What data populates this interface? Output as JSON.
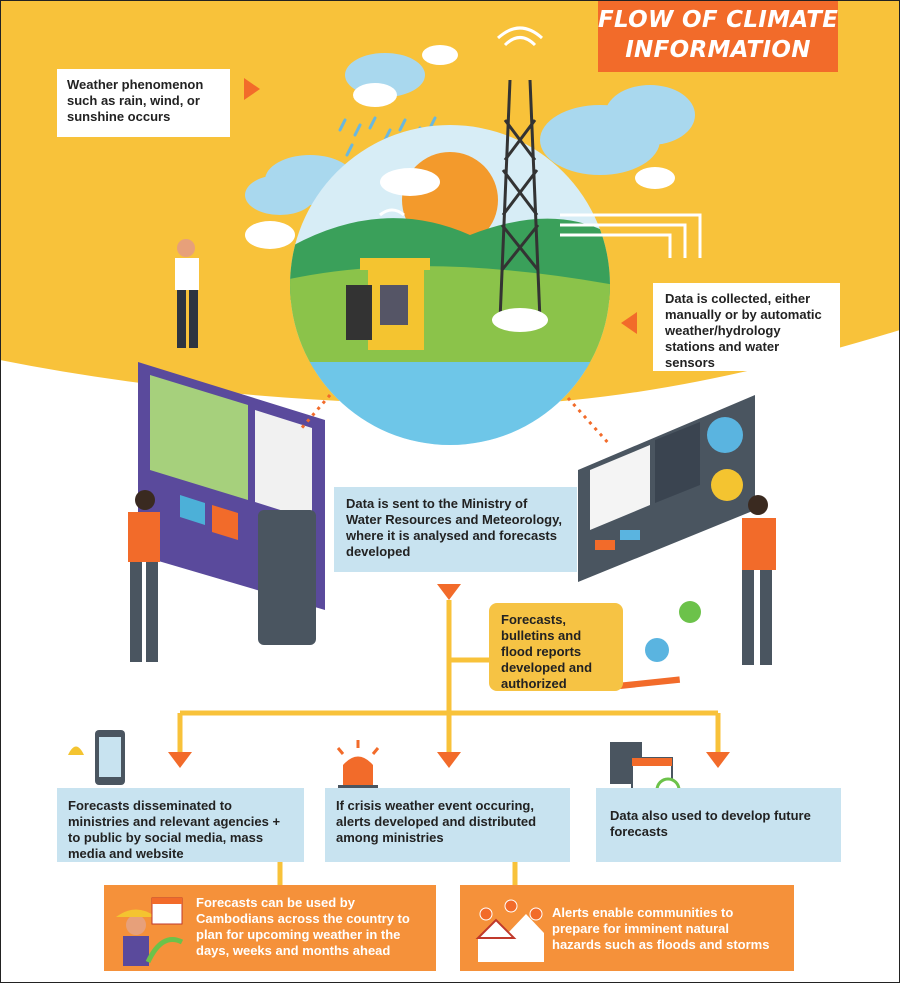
{
  "title": {
    "line1": "FLOW OF CLIMATE",
    "line2": "INFORMATION"
  },
  "steps": {
    "weather": "Weather phenomenon such as rain, wind, or sunshine occurs",
    "collected": "Data is collected, either manually or by automatic weather/hydrology stations and water sensors",
    "sent": "Data is sent to the Ministry of Water Resources and Meteorology, where it is analysed and forecasts developed",
    "forecasts": "Forecasts, bulletins and flood reports developed and authorized",
    "disseminated": "Forecasts disseminated to ministries and relevant agencies + to public by social media, mass media and website",
    "crisis": "If crisis weather event occuring, alerts developed and distributed among ministries",
    "future": "Data also used to develop future forecasts",
    "cambodians": "Forecasts can be used by Cambodians across the country to plan for upcoming weather in the days, weeks and months ahead",
    "alerts": "Alerts enable communities to prepare for imminent natural hazards such as floods and storms"
  },
  "colors": {
    "yellow": "#f8c23a",
    "orange": "#f26b2a",
    "light_blue": "#c8e3f0",
    "purple": "#5a4a9c",
    "dark_gray": "#4a5560"
  }
}
